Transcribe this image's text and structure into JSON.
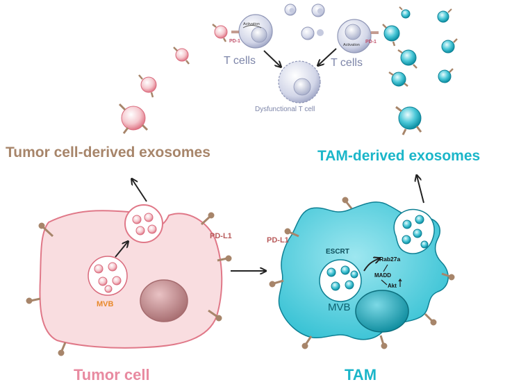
{
  "labels": {
    "tumor_exosomes_title": "Tumor cell-derived exosomes",
    "tam_exosomes_title": "TAM-derived exosomes",
    "t_cells_left": "T cells",
    "t_cells_right": "T cells",
    "dysfunctional_t_cell": "Dysfunctional T cell",
    "activation_left": "Activation",
    "activation_right": "Activation",
    "pd1_left": "PD-1",
    "pd1_right": "PD-1",
    "pdl1_tumor": "PD-L1",
    "pdl1_tam": "PD-L1",
    "mvb_tumor": "MVB",
    "mvb_tam": "MVB",
    "escrt": "ESCRT",
    "rab27a": "Rab27a",
    "madd": "MADD",
    "akt": "Akt",
    "tumor_cell": "Tumor cell",
    "tam": "TAM"
  },
  "colors": {
    "tumor_pink": "#e07888",
    "tumor_fill": "#f9dde0",
    "tam_cyan": "#1bb6c9",
    "tam_dark": "#0d7f93",
    "tcell_gray": "#8f96b6",
    "brown_text": "#a7856a",
    "mvb_orange": "#e8892a",
    "pdl1_red": "#b85a5a"
  }
}
